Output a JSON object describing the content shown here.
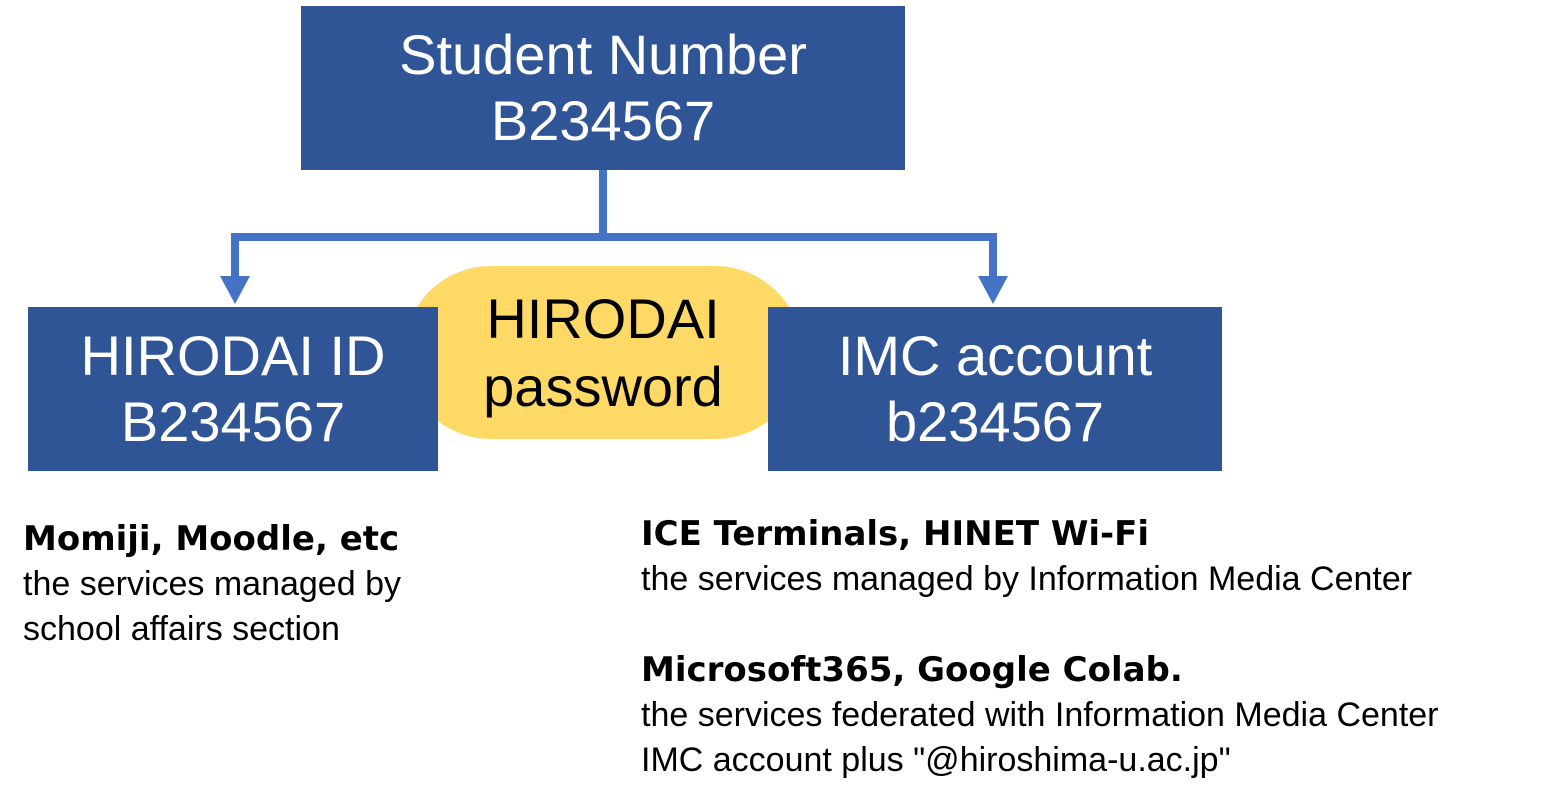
{
  "nodes": {
    "student_number": {
      "title": "Student Number",
      "value": "B234567"
    },
    "hirodai_id": {
      "title": "HIRODAI ID",
      "value": "B234567"
    },
    "imc_account": {
      "title": "IMC account",
      "value": "b234567"
    },
    "password": {
      "line1": "HIRODAI",
      "line2": "password"
    }
  },
  "notes": {
    "left": {
      "heading": "Momiji, Moodle, etc",
      "line1": "the services managed by",
      "line2": "school affairs section"
    },
    "imc": {
      "heading": "ICE Terminals, HINET Wi-Fi",
      "line1": "the services managed by Information Media Center"
    },
    "federated": {
      "heading": "Microsoft365, Google Colab.",
      "line1": "the services federated with Information Media Center",
      "line2": "IMC account plus \"@hiroshima-u.ac.jp\""
    }
  },
  "colors": {
    "box": "#2f5597",
    "connector": "#4472c4",
    "password_pill": "#ffd966"
  }
}
